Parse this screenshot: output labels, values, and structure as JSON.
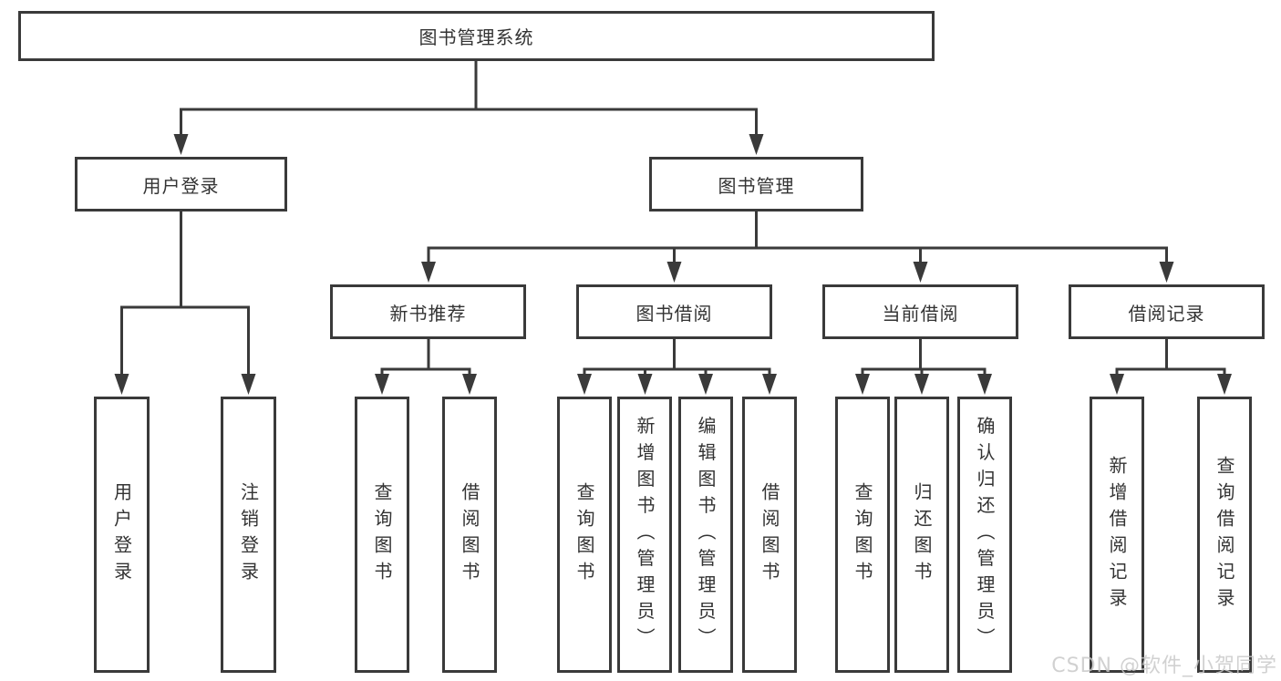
{
  "diagram": {
    "title_node": {
      "label": "图书管理系统"
    },
    "level2": [
      {
        "label": "用户登录"
      },
      {
        "label": "图书管理"
      }
    ],
    "level3": [
      {
        "label": "新书推荐"
      },
      {
        "label": "图书借阅"
      },
      {
        "label": "当前借阅"
      },
      {
        "label": "借阅记录"
      }
    ],
    "leaves": [
      {
        "label": "用户登录",
        "parent": "用户登录"
      },
      {
        "label": "注销登录",
        "parent": "用户登录"
      },
      {
        "label": "查询图书",
        "parent": "新书推荐"
      },
      {
        "label": "借阅图书",
        "parent": "新书推荐"
      },
      {
        "label": "查询图书",
        "parent": "图书借阅"
      },
      {
        "label": "新增图书（管理员）",
        "parent": "图书借阅"
      },
      {
        "label": "编辑图书（管理员）",
        "parent": "图书借阅"
      },
      {
        "label": "借阅图书",
        "parent": "图书借阅"
      },
      {
        "label": "查询图书",
        "parent": "当前借阅"
      },
      {
        "label": "归还图书",
        "parent": "当前借阅"
      },
      {
        "label": "确认归还（管理员）",
        "parent": "当前借阅"
      },
      {
        "label": "新增借阅记录",
        "parent": "借阅记录"
      },
      {
        "label": "查询借阅记录",
        "parent": "借阅记录"
      }
    ],
    "colors": {
      "line": "#3a3a3a",
      "text": "#333333",
      "box_background": "#ffffff"
    }
  },
  "watermark": {
    "text": "CSDN @软件_小贺同学",
    "color": "#c8c8c8"
  }
}
